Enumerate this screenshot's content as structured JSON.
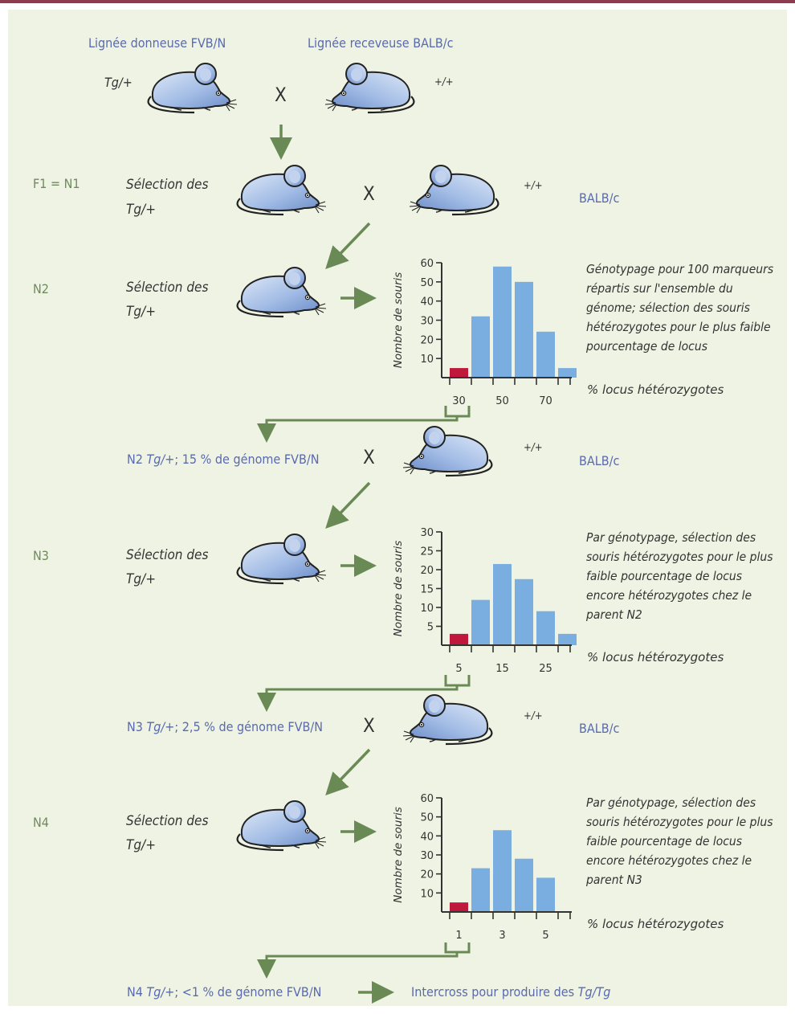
{
  "header": {
    "donor_line": "Lignée donneuse FVB/N",
    "recipient_line": "Lignée receveuse BALB/c",
    "donor_genotype": "Tg/+",
    "recipient_genotype": "+/+",
    "cross_symbol": "X"
  },
  "f1": {
    "generation": "F1 = N1",
    "selection_1": "Sélection des",
    "selection_2": "Tg/+",
    "cross_symbol": "X",
    "partner_genotype": "+/+",
    "partner_strain": "BALB/c"
  },
  "n2": {
    "generation": "N2",
    "selection_1": "Sélection des",
    "selection_2": "Tg/+",
    "note": [
      "Génotypage pour 100 marqueurs",
      "répartis sur l'ensemble du",
      "génome; sélection des souris",
      "hétérozygotes pour le plus faible",
      "pourcentage de locus"
    ],
    "cross": {
      "prefix": "N2 ",
      "genotype": "Tg/+",
      "suffix": "; 15 % de génome FVB/N",
      "cross_symbol": "X",
      "partner_genotype": "+/+",
      "partner_strain": "BALB/c"
    }
  },
  "n3": {
    "generation": "N3",
    "selection_1": "Sélection des",
    "selection_2": "Tg/+",
    "note": [
      "Par génotypage, sélection des",
      "souris hétérozygotes pour le plus",
      "faible pourcentage de locus",
      "encore hétérozygotes chez le",
      "parent N2"
    ],
    "cross": {
      "prefix": "N3 ",
      "genotype": "Tg/+",
      "suffix": "; 2,5 % de génome FVB/N",
      "cross_symbol": "X",
      "partner_genotype": "+/+",
      "partner_strain": "BALB/c"
    }
  },
  "n4": {
    "generation": "N4",
    "selection_1": "Sélection des",
    "selection_2": "Tg/+",
    "note": [
      "Par génotypage, sélection des",
      "souris hétérozygotes pour le plus",
      "faible pourcentage de locus",
      "encore hétérozygotes chez le",
      "parent N3"
    ],
    "final": {
      "prefix": "N4 ",
      "genotype": "Tg/+",
      "suffix": "; <1 % de génome FVB/N",
      "outcome_prefix": "Intercross pour produire des ",
      "outcome_genotype": "Tg/Tg"
    }
  },
  "colors": {
    "panel_bg": "#eef3e4",
    "top_bar": "#8e3a4f",
    "arrow": "#6a8a55",
    "bar": "#7aaee0",
    "selected_bar": "#c0183c",
    "text_blue": "#5a6aae",
    "text_green": "#6f8a5c"
  },
  "chart_data": [
    {
      "type": "bar",
      "ylabel": "Nombre de souris",
      "xlabel": "% locus hétérozygotes",
      "ylim": [
        0,
        60
      ],
      "yticks": [
        10,
        20,
        30,
        40,
        50,
        60
      ],
      "x_tick_labels": [
        "30",
        "50",
        "70"
      ],
      "values": [
        5,
        32,
        58,
        50,
        24,
        5
      ],
      "highlight_index": 0
    },
    {
      "type": "bar",
      "ylabel": "Nombre de souris",
      "xlabel": "% locus hétérozygotes",
      "ylim": [
        0,
        30
      ],
      "yticks": [
        5,
        10,
        15,
        20,
        25,
        30
      ],
      "x_tick_labels": [
        "5",
        "15",
        "25"
      ],
      "values": [
        3,
        12,
        21.5,
        17.5,
        9,
        3
      ],
      "highlight_index": 0
    },
    {
      "type": "bar",
      "ylabel": "Nombre de souris",
      "xlabel": "% locus hétérozygotes",
      "ylim": [
        0,
        60
      ],
      "yticks": [
        10,
        20,
        30,
        40,
        50,
        60
      ],
      "x_tick_labels": [
        "1",
        "3",
        "5"
      ],
      "values": [
        5,
        23,
        43,
        28,
        18
      ],
      "highlight_index": 0
    }
  ]
}
